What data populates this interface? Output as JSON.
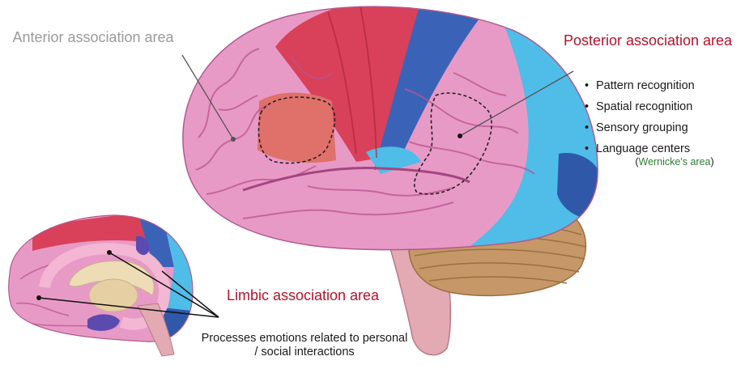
{
  "labels": {
    "anterior_title": "Anterior association area",
    "posterior_title": "Posterior association area",
    "posterior_bullets": [
      "Pattern recognition",
      "Spatial recognition",
      "Sensory grouping",
      "Language centers"
    ],
    "wernicke": "Wernicke's area",
    "limbic_title": "Limbic association area",
    "limbic_description": "Processes emotions related to personal / social interactions"
  },
  "colors": {
    "anterior_label": "#9a9a9a",
    "heading_red": "#b5122b",
    "wernicke_green": "#2e7d32",
    "association_pink": "#e58fc0",
    "motor_red": "#d9415a",
    "sensory_blue": "#3a63b8",
    "visual_light_blue": "#4fbde8",
    "cerebellum_tan": "#c69867"
  }
}
